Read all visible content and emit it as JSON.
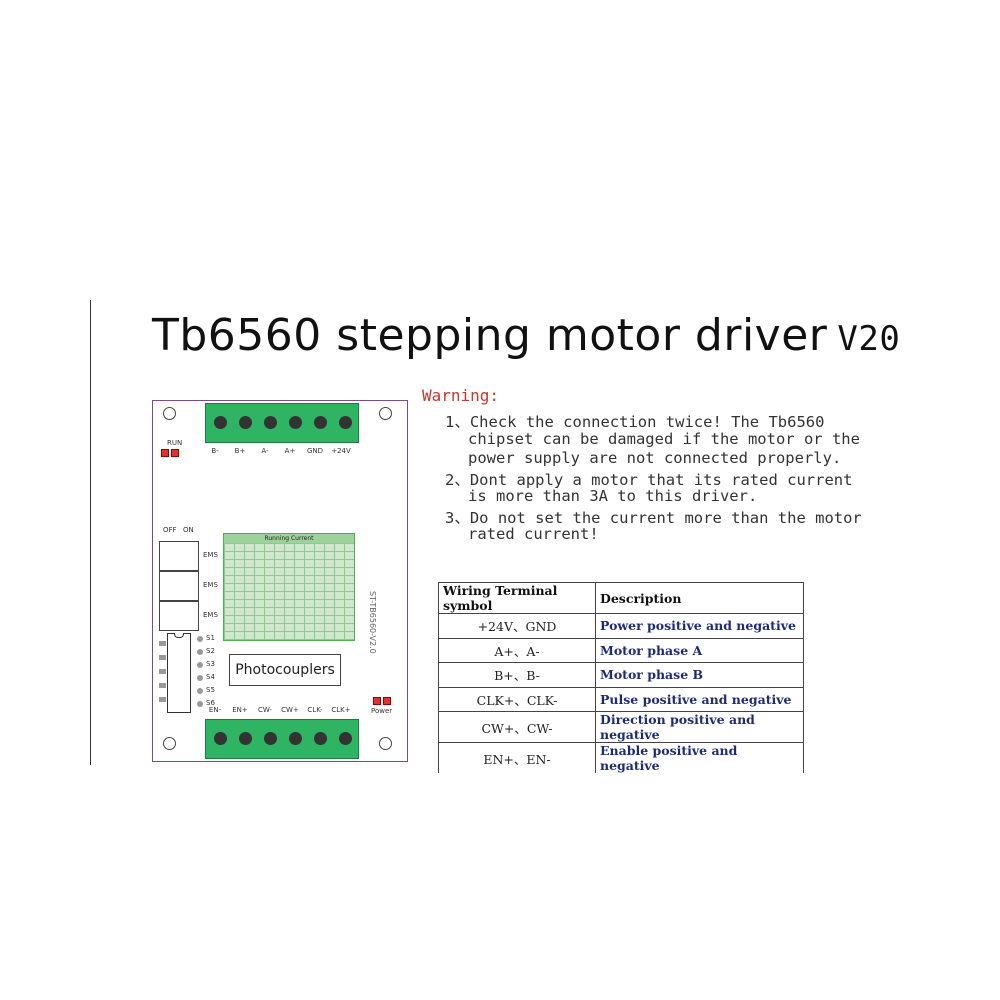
{
  "title": "Tb6560 stepping motor driver",
  "version": "V20",
  "warning": {
    "heading": "Warning:",
    "lines": [
      "1、Check the connection twice! The Tb6560",
      "chipset can be damaged if the motor or the",
      "power supply are not connected properly.",
      "2、Dont apply a motor that its rated current",
      "is more than 3A  to this driver.",
      "3、Do not set the current more than the motor",
      "rated current!"
    ]
  },
  "board": {
    "top_terminals": [
      "B-",
      "B+",
      "A-",
      "A+",
      "GND",
      "+24V"
    ],
    "bottom_terminals": [
      "EN-",
      "EN+",
      "CW-",
      "CW+",
      "CLK-",
      "CLK+"
    ],
    "run_label": "RUN",
    "power_label": "Power",
    "current_table_title": "Running Current",
    "switch_labels": [
      "S1",
      "S2",
      "S3",
      "S4",
      "S5",
      "S6"
    ],
    "photocouplers_label": "Photocouplers",
    "dip_labels": [
      "EMS",
      "EMS",
      "EMS"
    ],
    "dip_top_labels": [
      "OFF",
      "ON"
    ],
    "board_id": "ST-TB6560-V2.0"
  },
  "wiring_table": {
    "headers": [
      "Wiring Terminal symbol",
      "Description"
    ],
    "rows": [
      {
        "symbol": "+24V、GND",
        "description": "Power positive and negative"
      },
      {
        "symbol": "A+、A-",
        "description": "Motor phase A"
      },
      {
        "symbol": "B+、B-",
        "description": "Motor phase B"
      },
      {
        "symbol": "CLK+、CLK-",
        "description": "Pulse positive and negative"
      },
      {
        "symbol": "CW+、CW-",
        "description": "Direction positive and negative"
      },
      {
        "symbol": "EN+、EN-",
        "description": "Enable positive and negative"
      }
    ]
  },
  "colors": {
    "terminal_green": "#2fb463",
    "board_border": "#7a4a8a",
    "warning_red": "#c0392b",
    "desc_blue": "#1d2a7a"
  }
}
